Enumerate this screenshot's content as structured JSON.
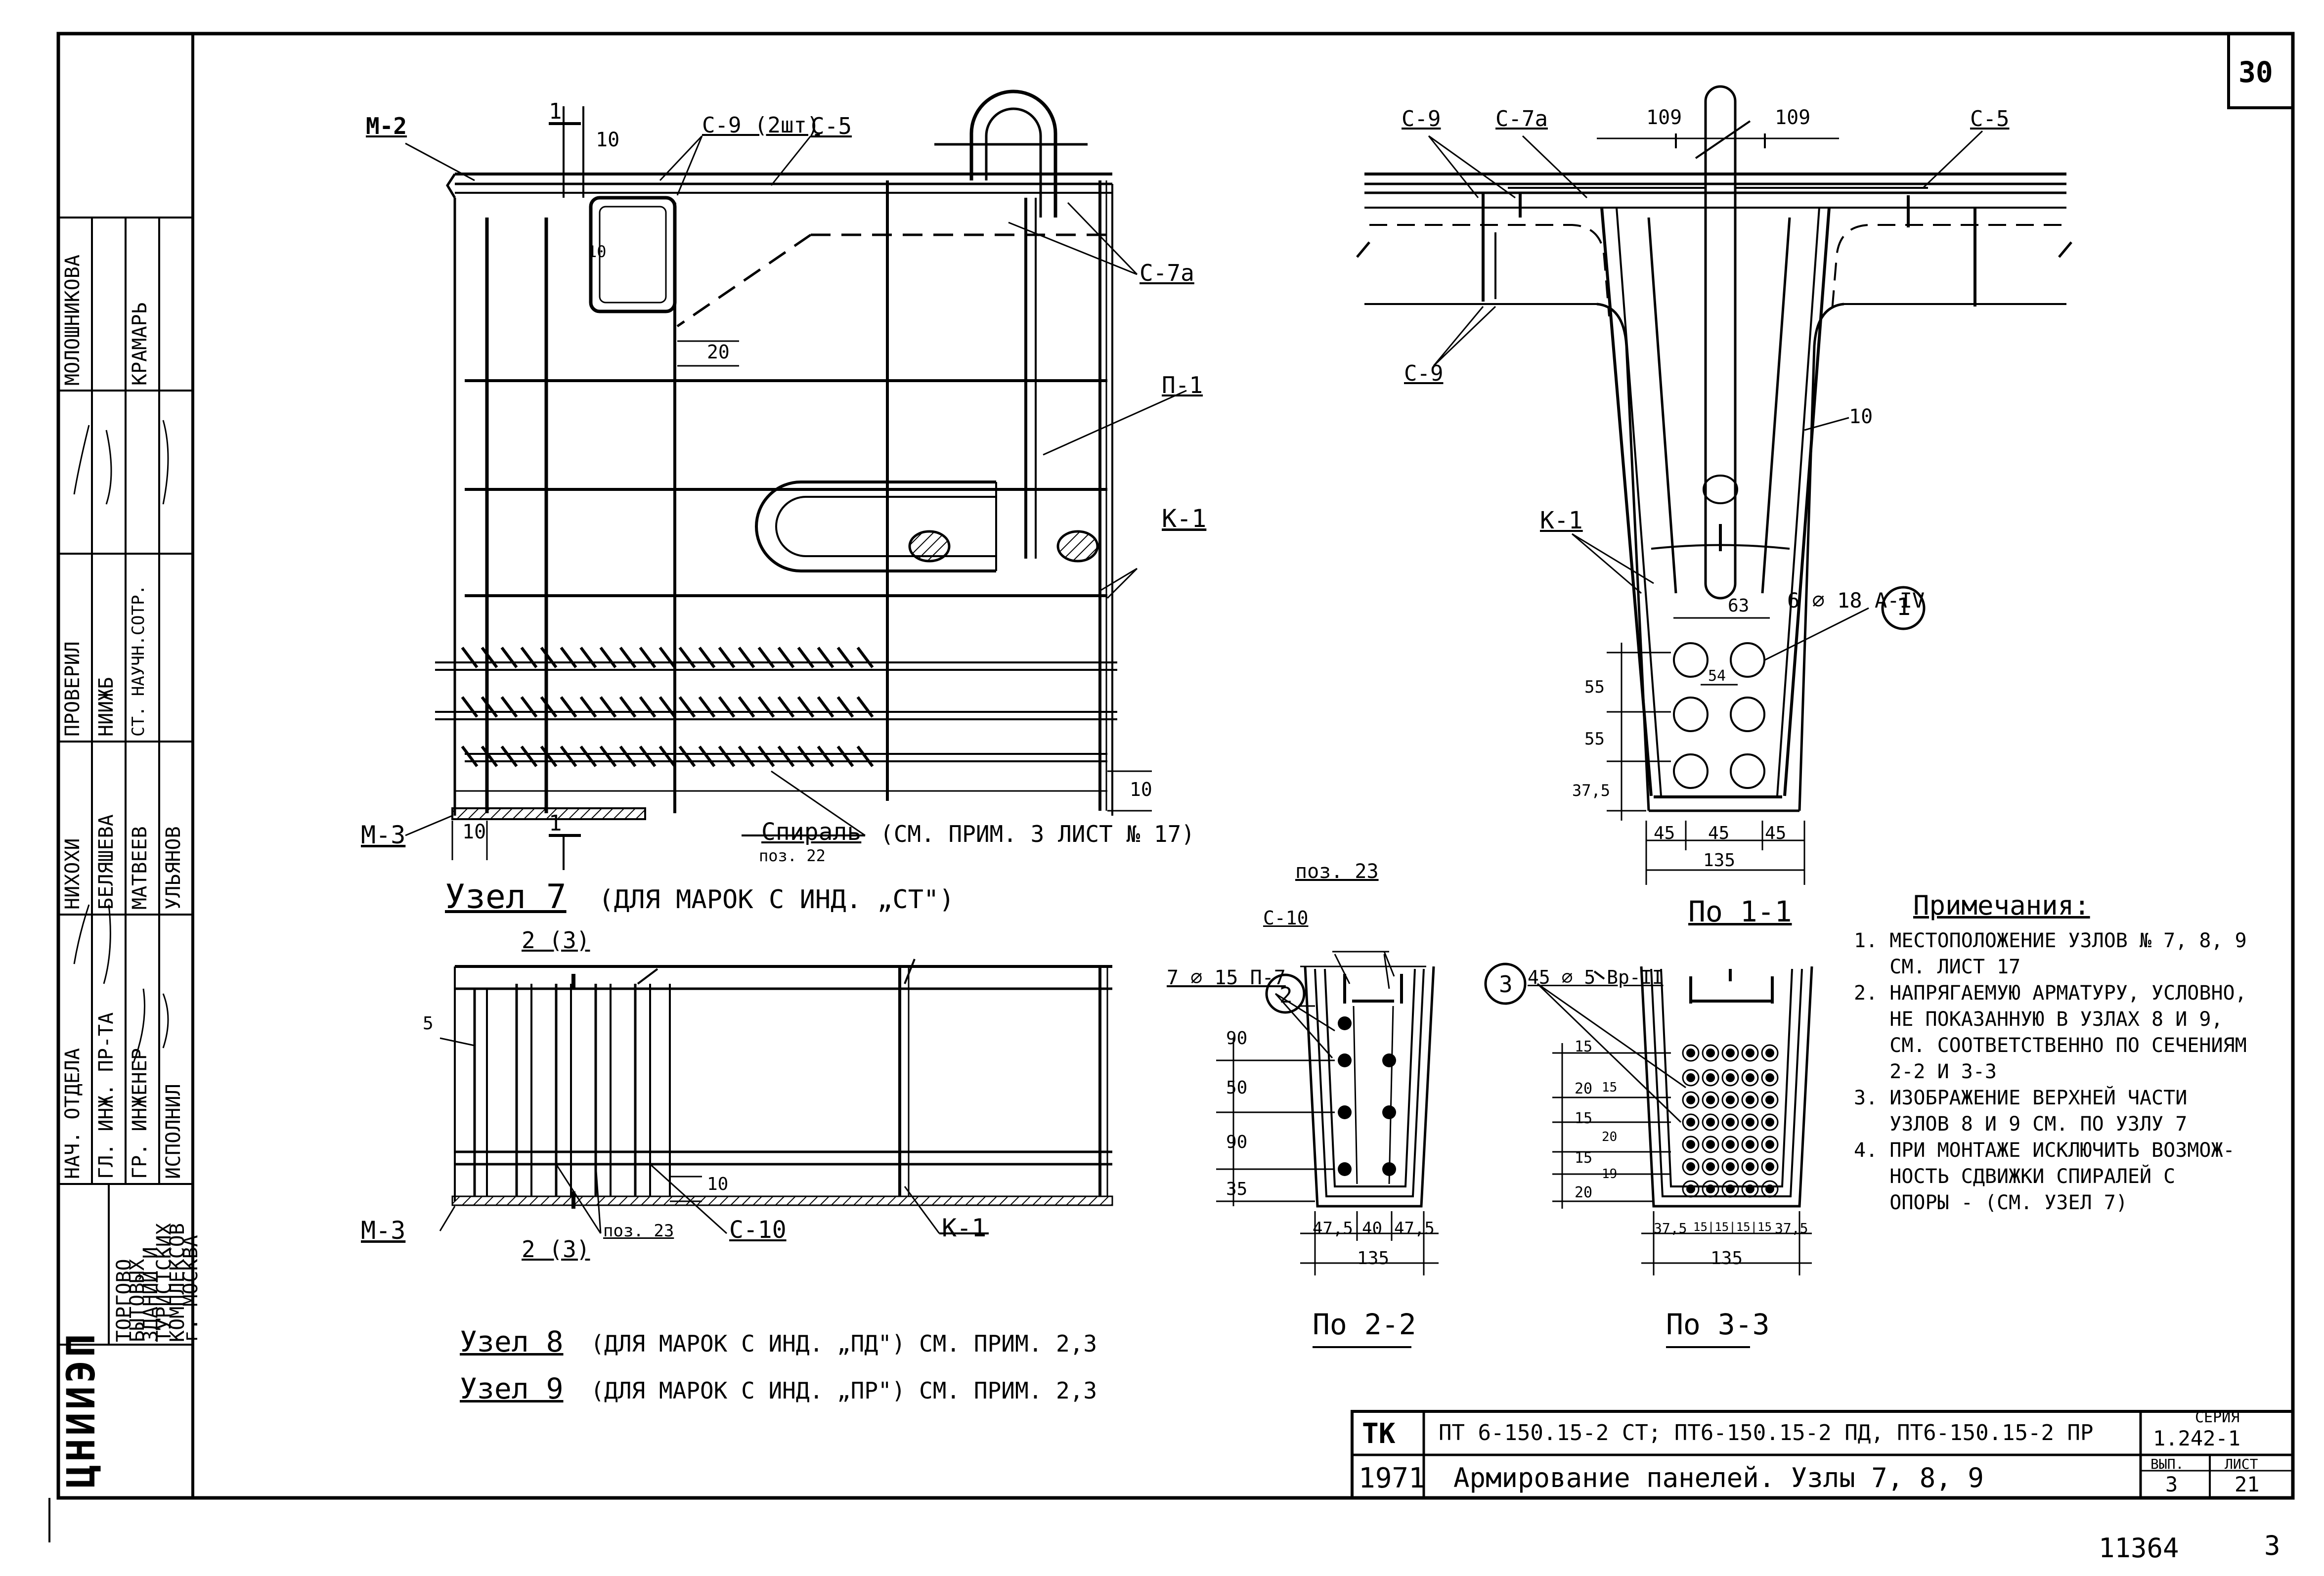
{
  "sheet": {
    "page_corner": "30",
    "bottom_number": "11364",
    "bottom_suffix": "3"
  },
  "left_strip": {
    "org_logo": "ЦНИИЭП",
    "org_lines": [
      "ТОРГОВО",
      "БЫТОВЫХ",
      "ЗДАНИЙ И",
      "ТУРИСТСКИХ",
      "КОМПЛЕКСОВ",
      "г. МОСКВА"
    ],
    "roles": [
      "НАЧ. ОТДЕЛА",
      "ГЛ. ИНЖ. ПР-ТА",
      "ГР. ИНЖЕНЕР",
      "ИСПОЛНИЛ"
    ],
    "names": [
      "НИХОХИ",
      "БЕЛЯШЕВА",
      "МАТВЕЕВ",
      "УЛЬЯНОВ"
    ],
    "check_label": "ПРОВЕРИЛ",
    "check_org": "НИИЖБ",
    "check_role": "СТ. НАУЧН.СОТР.",
    "check_names": [
      "МОЛОШНИКОВА",
      "КРАМАРЬ"
    ]
  },
  "node7": {
    "labels": {
      "m2": "М-2",
      "c9_2": "С-9 (2шт)",
      "c5": "С-5",
      "c7a": "С-7а",
      "p1": "П-1",
      "k1": "К-1",
      "m3": "М-3",
      "spiral": "Спираль",
      "spiral_pos": "поз. 22",
      "spiral_ref": "(СМ. ПРИМ. 3 ЛИСТ № 17)",
      "dim_10a": "10",
      "dim_10b": "10",
      "dim_10c": "10",
      "dim_10d": "10",
      "dim_20": "20",
      "sec_1a": "1",
      "sec_1b": "1"
    },
    "title": "Узел 7",
    "subtitle": "(ДЛЯ МАРОК С ИНД. „СТ\")"
  },
  "node89": {
    "labels": {
      "sec_23a": "2 (3)",
      "sec_23b": "2 (3)",
      "dim_5": "5",
      "m3": "М-3",
      "pos23": "поз. 23",
      "c10": "С-10",
      "k1": "К-1",
      "dim_10": "10"
    },
    "caption8_title": "Узел 8",
    "caption8_text": "(ДЛЯ МАРОК С ИНД. „ПД\") СМ. ПРИМ. 2,3",
    "caption9_title": "Узел 9",
    "caption9_text": "(ДЛЯ МАРОК С ИНД. „ПР\") СМ. ПРИМ. 2,3"
  },
  "section11": {
    "labels": {
      "c9a": "С-9",
      "c7a": "С-7а",
      "d109a": "109",
      "d109b": "109",
      "c5": "С-5",
      "c9b": "С-9",
      "k1": "К-1",
      "d10": "10",
      "d63": "63",
      "d54": "54",
      "bars": "6 ⌀ 18 А-IV",
      "marker": "1",
      "d55a": "55",
      "d55b": "55",
      "d375": "37,5",
      "d45a": "45",
      "d45b": "45",
      "d45c": "45",
      "d135": "135"
    },
    "title": "По 1-1"
  },
  "section22": {
    "labels": {
      "pos23": "поз. 23",
      "c10": "С-10",
      "bars": "7 ⌀ 15 П-7",
      "marker": "2",
      "d90a": "90",
      "d50": "50",
      "d90b": "90",
      "d35": "35",
      "d475a": "47,5",
      "d40": "40",
      "d475b": "47,5",
      "d135": "135"
    },
    "title": "По 2-2"
  },
  "section33": {
    "labels": {
      "bars": "45 ⌀ 5 Вр-II",
      "marker": "3",
      "d15a": "15",
      "d20a": "20",
      "d15b": "15",
      "d15c": "15",
      "d20b": "20",
      "d15d": "15",
      "d20c": "20",
      "d19": "19",
      "b375a": "37,5",
      "b15": "15|15|15|15",
      "b375b": "37,5",
      "d135": "135"
    },
    "title": "По 3-3"
  },
  "notes": {
    "heading": "Примечания:",
    "lines": [
      "1. МЕСТОПОЛОЖЕНИЕ УЗЛОВ № 7, 8, 9",
      "   СМ. ЛИСТ 17",
      "2. НАПРЯГАЕМУЮ АРМАТУРУ, УСЛОВНО,",
      "   НЕ ПОКАЗАННУЮ В УЗЛАХ 8 И 9,",
      "   СМ. СООТВЕТСТВЕННО ПО СЕЧЕНИЯМ",
      "   2-2 И 3-3",
      "3. ИЗОБРАЖЕНИЕ ВЕРХНЕЙ ЧАСТИ",
      "   УЗЛОВ 8 И 9 СМ. ПО УЗЛУ 7",
      "4. ПРИ МОНТАЖЕ ИСКЛЮЧИТЬ ВОЗМОЖ-",
      "   НОСТЬ СДВИЖКИ СПИРАЛЕЙ С",
      "   ОПОРЫ - (СМ. УЗЕЛ 7)"
    ]
  },
  "title_block": {
    "code": "ТК",
    "year": "1971",
    "marks": "ПТ 6-150.15-2 СТ; ПТ6-150.15-2 ПД, ПТ6-150.15-2 ПР",
    "title": "Армирование панелей. Узлы 7, 8, 9",
    "series_label": "СЕРИЯ",
    "series_value": "1.242-1",
    "vyp_label": "ВЫП.",
    "vyp_value": "3",
    "list_label": "ЛИСТ",
    "list_value": "21"
  }
}
